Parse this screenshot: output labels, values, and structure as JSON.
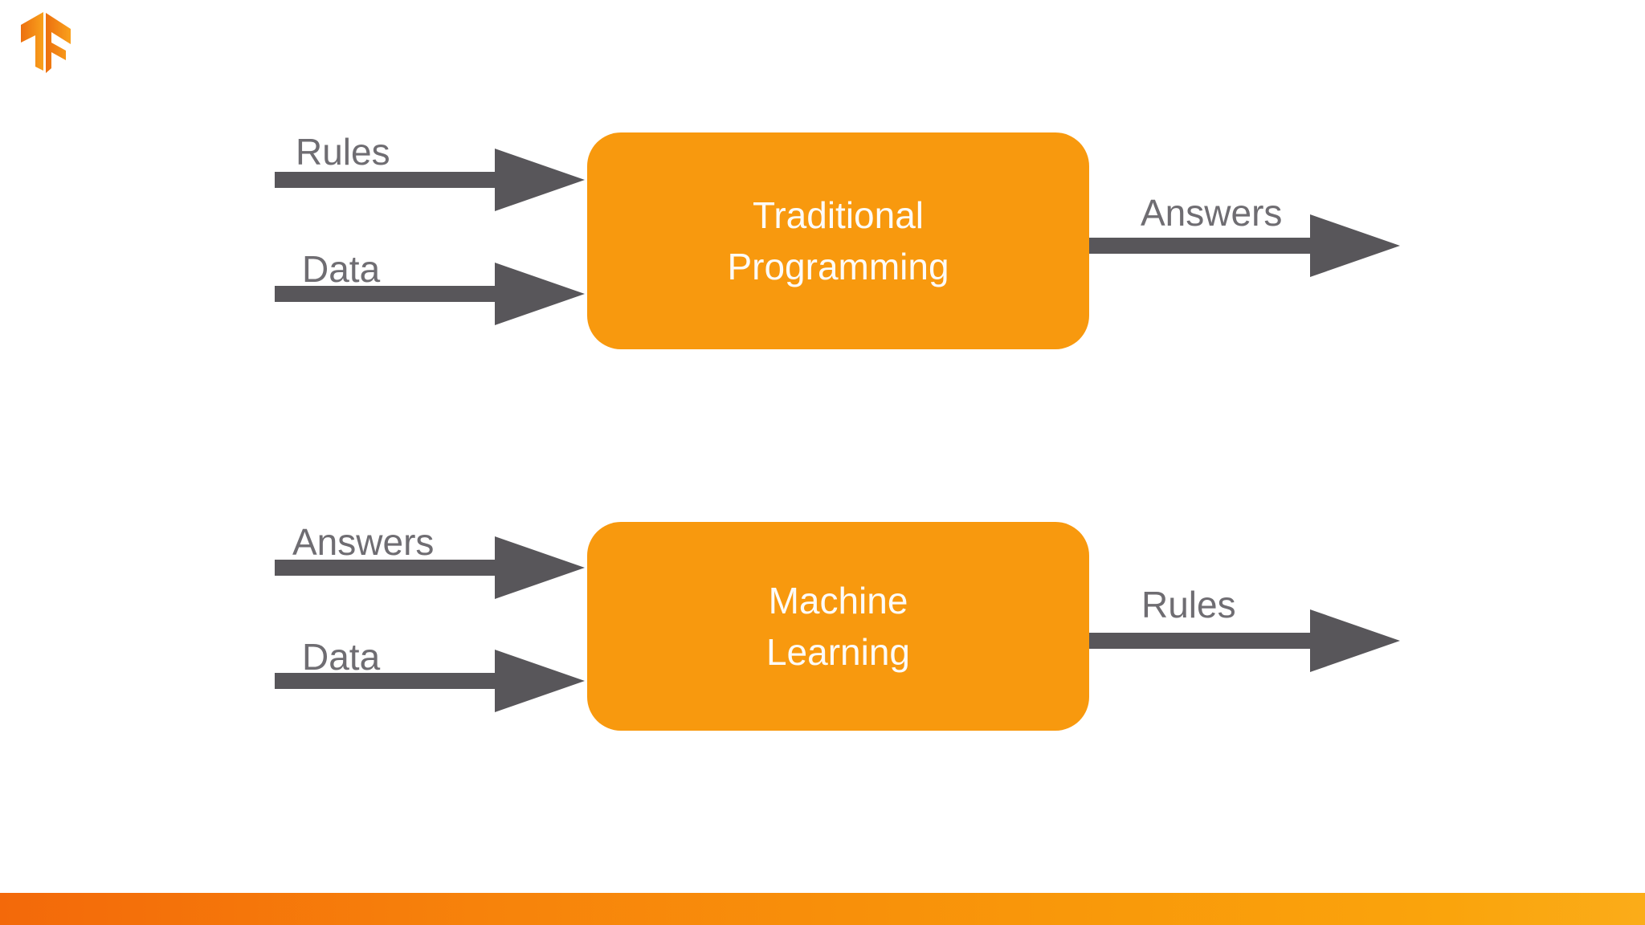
{
  "slide": {
    "background": "#ffffff",
    "logo": {
      "name": "tensorflow-logo"
    },
    "colors": {
      "box_fill": "#F8990E",
      "box_text": "#FDFBF8",
      "arrow": "#58565A",
      "label_text": "#6F6D72",
      "footer_gradient_left": "#F3690A",
      "footer_gradient_right": "#FBAC19",
      "logo_gradient_left": "#EC6F0F",
      "logo_gradient_right": "#F9A11C"
    },
    "diagrams": [
      {
        "name": "traditional-programming",
        "box_line1": "Traditional",
        "box_line2": "Programming",
        "input1": "Rules",
        "input2": "Data",
        "output": "Answers"
      },
      {
        "name": "machine-learning",
        "box_line1": "Machine",
        "box_line2": "Learning",
        "input1": "Answers",
        "input2": "Data",
        "output": "Rules"
      }
    ]
  }
}
